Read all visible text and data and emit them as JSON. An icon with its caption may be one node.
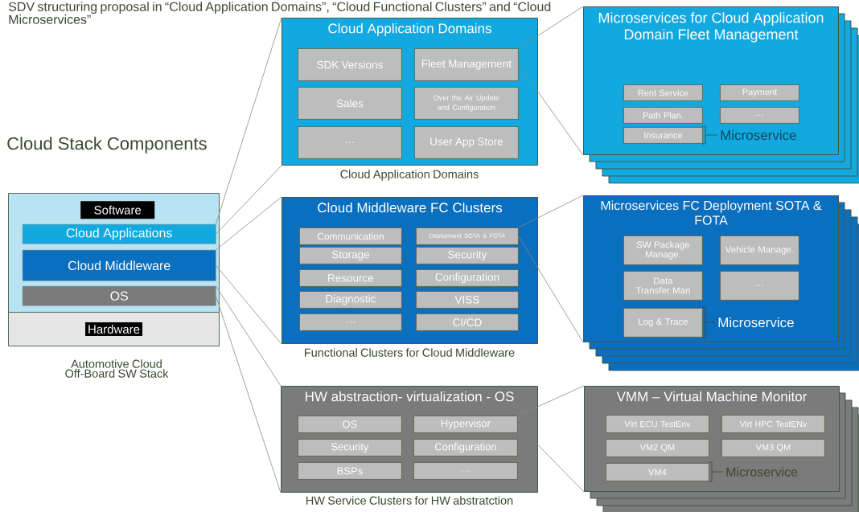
{
  "diagram": {
    "title": "SDV structuring proposal in “Cloud Application Domains”, “Cloud Functional Clusters” and “Cloud Microservices”",
    "nodes": [
      {
        "text": [],
        "shape": "box"
      },
      {
        "text": [
          "Software"
        ],
        "in": 0
      },
      {
        "text": [
          "Cloud Applications"
        ],
        "in": 0
      },
      {
        "text": [
          "Cloud Middleware"
        ],
        "in": 0
      },
      {
        "text": [
          "OS"
        ],
        "in": 0
      },
      {
        "text": [
          "Hardware"
        ]
      },
      {
        "text": [
          "Cloud Application Domains"
        ]
      },
      {
        "text": [
          "SDK Versions"
        ],
        "in": 6
      },
      {
        "text": [
          "Fleet Management"
        ],
        "in": 6
      },
      {
        "text": [
          "Sales"
        ],
        "in": 6
      },
      {
        "text": [
          "Over the Air Update and Configuration"
        ],
        "in": 6
      },
      {
        "text": [
          "…"
        ],
        "in": 6
      },
      {
        "text": [
          "User App Store"
        ],
        "in": 6
      },
      {
        "text": [
          "Microservices for Cloud Application Domain Fleet Management"
        ]
      },
      {
        "text": [
          "Rent Service"
        ],
        "in": 13
      },
      {
        "text": [
          "Payment"
        ],
        "in": 13
      },
      {
        "text": [
          "Path Plan."
        ],
        "in": 13
      },
      {
        "text": [
          "…"
        ],
        "in": 13
      },
      {
        "text": [
          "Insurance"
        ],
        "in": 13
      },
      {
        "text": [
          "Cloud Middleware FC Clusters"
        ]
      },
      {
        "text": [
          "Communication"
        ],
        "in": 19
      },
      {
        "text": [
          "Deployment SOTA & FOTA"
        ],
        "in": 19
      },
      {
        "text": [
          "Storage"
        ],
        "in": 19
      },
      {
        "text": [
          "Security"
        ],
        "in": 19
      },
      {
        "text": [
          "Resource"
        ],
        "in": 19
      },
      {
        "text": [
          "Configuration"
        ],
        "in": 19
      },
      {
        "text": [
          "Diagnostic"
        ],
        "in": 19
      },
      {
        "text": [
          "VISS"
        ],
        "in": 19
      },
      {
        "text": [
          "…"
        ],
        "in": 19
      },
      {
        "text": [
          "CI/CD"
        ],
        "in": 19
      },
      {
        "text": [
          "Microservices FC Deployment SOTA & FOTA"
        ]
      },
      {
        "text": [
          "SW Package Manage."
        ],
        "in": 30
      },
      {
        "text": [
          "Vehicle Manage."
        ],
        "in": 30
      },
      {
        "text": [
          "Data Transfer Man"
        ],
        "in": 30
      },
      {
        "text": [
          "…"
        ],
        "in": 30
      },
      {
        "text": [
          "Log & Trace"
        ],
        "in": 30
      },
      {
        "text": [
          "HW abstraction- virtualization - OS"
        ]
      },
      {
        "text": [
          "OS"
        ],
        "in": 36
      },
      {
        "text": [
          "Hypervisor"
        ],
        "in": 36
      },
      {
        "text": [
          "Security"
        ],
        "in": 36
      },
      {
        "text": [
          "Configuration"
        ],
        "in": 36
      },
      {
        "text": [
          "BSPs"
        ],
        "in": 36
      },
      {
        "text": [
          "…"
        ],
        "in": 36
      },
      {
        "text": [
          "VMM – Virtual Machine Monitor"
        ]
      },
      {
        "text": [
          "Virt ECU TestEnv"
        ],
        "in": 43
      },
      {
        "text": [
          "Virt HPC TestENv"
        ],
        "in": 43
      },
      {
        "text": [
          "VM2 QM"
        ],
        "in": 43
      },
      {
        "text": [
          "VM3 QM"
        ],
        "in": 43
      },
      {
        "text": [
          "VM4"
        ],
        "in": 43
      }
    ],
    "edges": [
      {
        "from": 2,
        "to": 6,
        "arrow": "none"
      },
      {
        "from": 2,
        "to": 6,
        "arrow": "none"
      },
      {
        "from": 3,
        "to": 19,
        "arrow": "none"
      },
      {
        "from": 3,
        "to": 19,
        "arrow": "none"
      },
      {
        "from": 4,
        "to": 36,
        "arrow": "none"
      },
      {
        "from": 4,
        "to": 36,
        "arrow": "none"
      },
      {
        "from": 8,
        "to": 13,
        "arrow": "none"
      },
      {
        "from": 8,
        "to": 13,
        "arrow": "none"
      },
      {
        "from": 21,
        "to": 30,
        "arrow": "none"
      },
      {
        "from": 21,
        "to": 30,
        "arrow": "none"
      },
      {
        "from": 38,
        "to": 43,
        "arrow": "none"
      },
      {
        "from": 38,
        "to": 43,
        "arrow": "none"
      }
    ],
    "labels": [
      "Cloud Stack Components",
      "Microservice",
      "Cloud Application Domains",
      "Microservice",
      "Functional Clusters for Cloud Middleware",
      "Automotive Cloud Off-Board SW Stack",
      "Microservice",
      "HW Service Clusters for HW abstratction"
    ]
  }
}
